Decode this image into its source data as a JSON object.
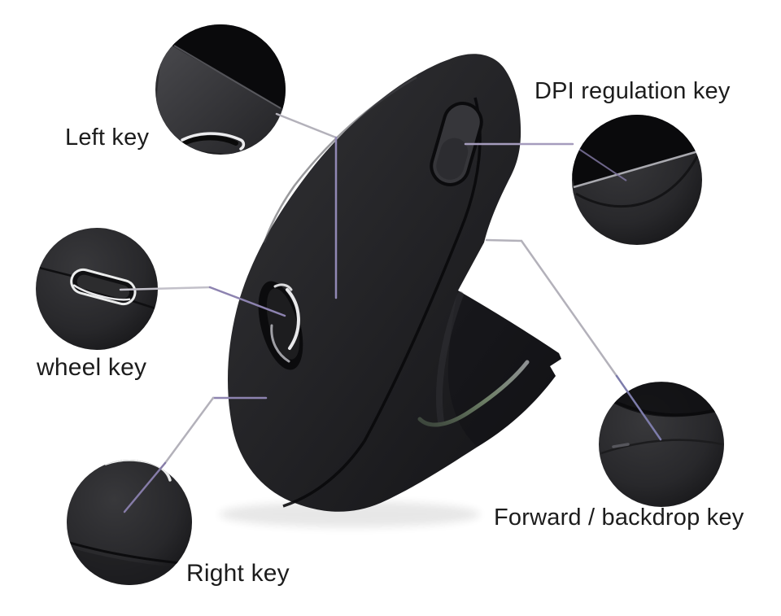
{
  "diagram": {
    "subject": "Vertical ergonomic mouse key diagram",
    "background_color": "#ffffff",
    "mouse_body_color": "#232326",
    "callout_line_gray": "#b3b1ba",
    "callout_line_purple": "#8d83b0",
    "led_strip_color": "#6d7f66",
    "wheel_chrome_color": "#e9e9eb",
    "label_text_color": "#1c1c1c"
  },
  "callouts": [
    {
      "id": "left-key",
      "label": "Left key"
    },
    {
      "id": "dpi-key",
      "label": "DPI regulation key"
    },
    {
      "id": "wheel-key",
      "label": "wheel key"
    },
    {
      "id": "right-key",
      "label": "Right key"
    },
    {
      "id": "forward-key",
      "label": "Forward / backdrop key"
    }
  ]
}
